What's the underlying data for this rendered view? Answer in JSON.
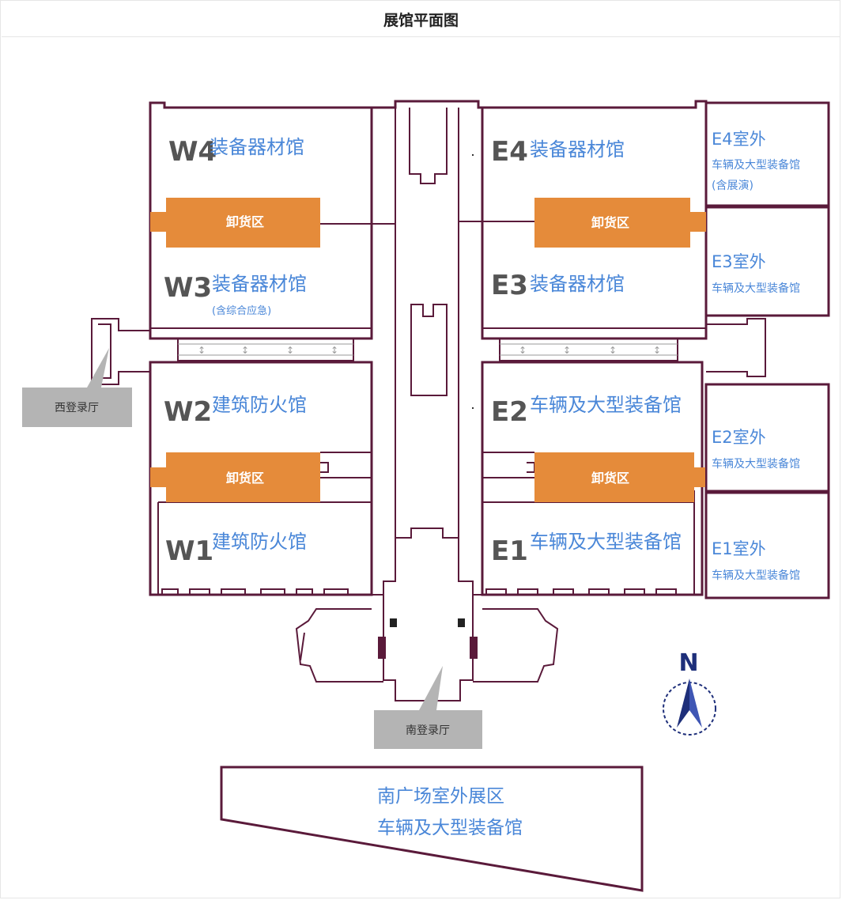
{
  "title": "展馆平面图",
  "halls": {
    "w4": {
      "code": "W4",
      "name": "装备器材馆"
    },
    "w3": {
      "code": "W3",
      "name": "装备器材馆",
      "note": "(含综合应急)"
    },
    "w2": {
      "code": "W2",
      "name": "建筑防火馆"
    },
    "w1": {
      "code": "W1",
      "name": "建筑防火馆"
    },
    "e4": {
      "code": "E4",
      "name": "装备器材馆"
    },
    "e3": {
      "code": "E3",
      "name": "装备器材馆"
    },
    "e2": {
      "code": "E2",
      "name": "车辆及大型装备馆"
    },
    "e1": {
      "code": "E1",
      "name": "车辆及大型装备馆"
    }
  },
  "outdoor": {
    "e4": {
      "title": "E4室外",
      "sub": "车辆及大型装备馆",
      "note": "(含展演)"
    },
    "e3": {
      "title": "E3室外",
      "sub": "车辆及大型装备馆"
    },
    "e2": {
      "title": "E2室外",
      "sub": "车辆及大型装备馆"
    },
    "e1": {
      "title": "E1室外",
      "sub": "车辆及大型装备馆"
    }
  },
  "unloading": {
    "label": "卸货区"
  },
  "registration": {
    "west": "西登录厅",
    "south": "南登录厅"
  },
  "south_plaza": {
    "line1": "南广场室外展区",
    "line2": "车辆及大型装备馆"
  },
  "compass": {
    "label": "N"
  },
  "colors": {
    "wall": "#5a1a3a",
    "unloading": "#e58b3a",
    "hall_text": "#4a87d8",
    "code_text": "#555555",
    "reg_box": "#b4b4b4",
    "compass": "#1e2f7a"
  }
}
